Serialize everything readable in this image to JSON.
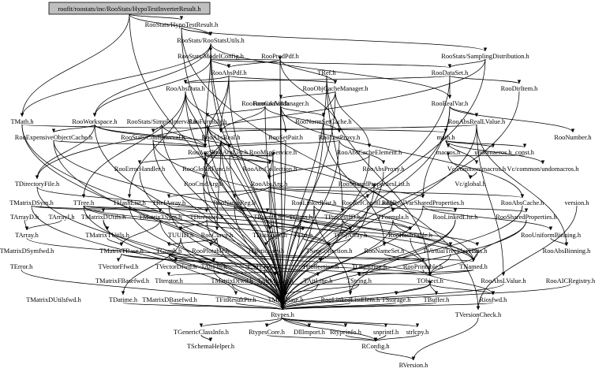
{
  "root": "roofit/roostats/inc/RooStats/HypoTestInverterResult.h",
  "nodes": [
    {
      "id": "n0",
      "label": "RooStats/HypoTestResult.h"
    },
    {
      "id": "n1",
      "label": "RooStats/RooStatsUtils.h"
    },
    {
      "id": "n2",
      "label": "RooStats/ModelConfig.h"
    },
    {
      "id": "n3",
      "label": "RooProdPdf.h"
    },
    {
      "id": "n4",
      "label": "RooStats/SamplingDistribution.h"
    },
    {
      "id": "n5",
      "label": "RooAbsPdf.h"
    },
    {
      "id": "n6",
      "label": "TRef.h"
    },
    {
      "id": "n7",
      "label": "RooDataSet.h"
    },
    {
      "id": "n8",
      "label": "RooAbsData.h"
    },
    {
      "id": "n9",
      "label": "RooObjCacheManager.h"
    },
    {
      "id": "n10",
      "label": "RooDirItem.h"
    },
    {
      "id": "n11",
      "label": "RooFormulaVar.h"
    },
    {
      "id": "n12",
      "label": "RooCacheManager.h"
    },
    {
      "id": "n13",
      "label": "RooRealVar.h"
    },
    {
      "id": "n14",
      "label": "TMath.h"
    },
    {
      "id": "n15",
      "label": "RooWorkspace.h"
    },
    {
      "id": "n16",
      "label": "RooStats/SimpleInterval.h"
    },
    {
      "id": "n17",
      "label": "RooFormula.h"
    },
    {
      "id": "n18",
      "label": "RooNormSetCache.h"
    },
    {
      "id": "n19",
      "label": "RooAbsRealLValue.h"
    },
    {
      "id": "n20",
      "label": "RooExpensiveObjectCache.h"
    },
    {
      "id": "n21",
      "label": "RooStats/ConfInterval.h"
    },
    {
      "id": "n22",
      "label": "RooAbsReal.h"
    },
    {
      "id": "n23",
      "label": "RooSetPair.h"
    },
    {
      "id": "n24",
      "label": "RooListProxy.h"
    },
    {
      "id": "n25",
      "label": "math.h"
    },
    {
      "id": "n26",
      "label": "RooNumber.h"
    },
    {
      "id": "n27",
      "label": "RooArgSet.h"
    },
    {
      "id": "n28",
      "label": "RooArgList.h"
    },
    {
      "id": "n29",
      "label": "RooMsgService.h"
    },
    {
      "id": "n30",
      "label": "RooAbsCacheElement.h"
    },
    {
      "id": "n31",
      "label": "macros.h"
    },
    {
      "id": "n32",
      "label": "undomacros.h"
    },
    {
      "id": "n33",
      "label": "const.h"
    },
    {
      "id": "n34",
      "label": "RooErrorHandler.h"
    },
    {
      "id": "n35",
      "label": "RooGlobalFunc.h"
    },
    {
      "id": "n36",
      "label": "RooAbsCollection.h"
    },
    {
      "id": "n37",
      "label": "RooAbsProxy.h"
    },
    {
      "id": "n38",
      "label": "Vc/common/macros.h"
    },
    {
      "id": "n39",
      "label": "Vc/common/undomacros.h"
    },
    {
      "id": "n40",
      "label": "TDirectoryFile.h"
    },
    {
      "id": "n41",
      "label": "RooCmdArg.h"
    },
    {
      "id": "n42",
      "label": "RooSharedPropertiesList.h"
    },
    {
      "id": "n43",
      "label": "Vc/global.h"
    },
    {
      "id": "n44",
      "label": "RooAbsArg.h"
    },
    {
      "id": "n45",
      "label": "TMatrixDSym.h"
    },
    {
      "id": "n46",
      "label": "TTree.h"
    },
    {
      "id": "n47",
      "label": "THashList.h"
    },
    {
      "id": "n48",
      "label": "TRefArray.h"
    },
    {
      "id": "n49",
      "label": "RooNameReg.h"
    },
    {
      "id": "n50",
      "label": "RooLinkedList.h"
    },
    {
      "id": "n51",
      "label": "RooRefCountList.h"
    },
    {
      "id": "n52",
      "label": "RooRealVarSharedProperties.h"
    },
    {
      "id": "n53",
      "label": "RooAbsCache.h"
    },
    {
      "id": "n54",
      "label": "version.h"
    },
    {
      "id": "n55",
      "label": "TArrayD.h"
    },
    {
      "id": "n56",
      "label": "TArrayI.h"
    },
    {
      "id": "n57",
      "label": "TMatrixDUtils.h"
    },
    {
      "id": "n58",
      "label": "TMatrixTSym.h"
    },
    {
      "id": "n59",
      "label": "TDirectory.h"
    },
    {
      "id": "n60",
      "label": "TBranch.h"
    },
    {
      "id": "n61",
      "label": "TClass.h"
    },
    {
      "id": "n62",
      "label": "TProcessID.h"
    },
    {
      "id": "n63",
      "label": "TFormula.h"
    },
    {
      "id": "n64",
      "label": "RooLinkedList.h"
    },
    {
      "id": "n65",
      "label": "RooSharedProperties.h"
    },
    {
      "id": "n66",
      "label": "TArray.h"
    },
    {
      "id": "n67",
      "label": "TMatrixTUtils.h"
    },
    {
      "id": "n68",
      "label": "TUUID.h"
    },
    {
      "id": "n69",
      "label": "RooCurve.h"
    },
    {
      "id": "n70",
      "label": "TDataType.h"
    },
    {
      "id": "n71",
      "label": "TList.h"
    },
    {
      "id": "n72",
      "label": "TObjArray.h"
    },
    {
      "id": "n73",
      "label": "RooHashTable.h"
    },
    {
      "id": "n74",
      "label": "RooUniformBinning.h"
    },
    {
      "id": "n75",
      "label": "TMatrixDSymfwd.h"
    },
    {
      "id": "n76",
      "label": "TMatrixTBase.h"
    },
    {
      "id": "n77",
      "label": "TGraph.h"
    },
    {
      "id": "n78",
      "label": "RooPlotable.h"
    },
    {
      "id": "n79",
      "label": "TDictionary.h"
    },
    {
      "id": "n80",
      "label": "TSeqCollection.h"
    },
    {
      "id": "n81",
      "label": "RooNameSet.h"
    },
    {
      "id": "n82",
      "label": "TVirtualTreePlayer.h"
    },
    {
      "id": "n83",
      "label": "RooAbsBinning.h"
    },
    {
      "id": "n84",
      "label": "TBits.h"
    },
    {
      "id": "n85",
      "label": "TError.h"
    },
    {
      "id": "n86",
      "label": "TVectorFfwd.h"
    },
    {
      "id": "n87",
      "label": "TVectorDfwd.h"
    },
    {
      "id": "n88",
      "label": "TAttFill.h"
    },
    {
      "id": "n89",
      "label": "ESTLType.h"
    },
    {
      "id": "n90",
      "label": "TCollection.h"
    },
    {
      "id": "n91",
      "label": "TObjString.h"
    },
    {
      "id": "n92",
      "label": "RooPrintable.h"
    },
    {
      "id": "n93",
      "label": "TNamed.h"
    },
    {
      "id": "n94",
      "label": "TMatrixFBasefwd.h"
    },
    {
      "id": "n95",
      "label": "TIterator.h"
    },
    {
      "id": "n96",
      "label": "TMatrixDfwd.h"
    },
    {
      "id": "n97",
      "label": "TAttMarker.h"
    },
    {
      "id": "n98",
      "label": "TAttLine.h"
    },
    {
      "id": "n99",
      "label": "TString.h"
    },
    {
      "id": "n100",
      "label": "TObject.h"
    },
    {
      "id": "n101",
      "label": "RooAbsLValue.h"
    },
    {
      "id": "n102",
      "label": "RooAICRegistry.h"
    },
    {
      "id": "n103",
      "label": "TMatrixDUtilsfwd.h"
    },
    {
      "id": "n104",
      "label": "TDatime.h"
    },
    {
      "id": "n105",
      "label": "TMatrixDBasefwd.h"
    },
    {
      "id": "n106",
      "label": "TFitResultPtr.h"
    },
    {
      "id": "n107",
      "label": "TMathBase.h"
    },
    {
      "id": "n108",
      "label": "RooLinkedListElem.h"
    },
    {
      "id": "n109",
      "label": "TStorage.h"
    },
    {
      "id": "n110",
      "label": "TBuffer.h"
    },
    {
      "id": "n111",
      "label": "Riosfwd.h"
    },
    {
      "id": "n112",
      "label": "Rtypes.h"
    },
    {
      "id": "n113",
      "label": "TVersionCheck.h"
    },
    {
      "id": "n114",
      "label": "TGenericClassInfo.h"
    },
    {
      "id": "n115",
      "label": "RtypesCore.h"
    },
    {
      "id": "n116",
      "label": "DllImport.h"
    },
    {
      "id": "n117",
      "label": "Rtypeinfo.h"
    },
    {
      "id": "n118",
      "label": "snprintf.h"
    },
    {
      "id": "n119",
      "label": "strlcpy.h"
    },
    {
      "id": "n120",
      "label": "TSchemaHelper.h"
    },
    {
      "id": "n121",
      "label": "RConfig.h"
    },
    {
      "id": "n122",
      "label": "RVersion.h"
    }
  ]
}
